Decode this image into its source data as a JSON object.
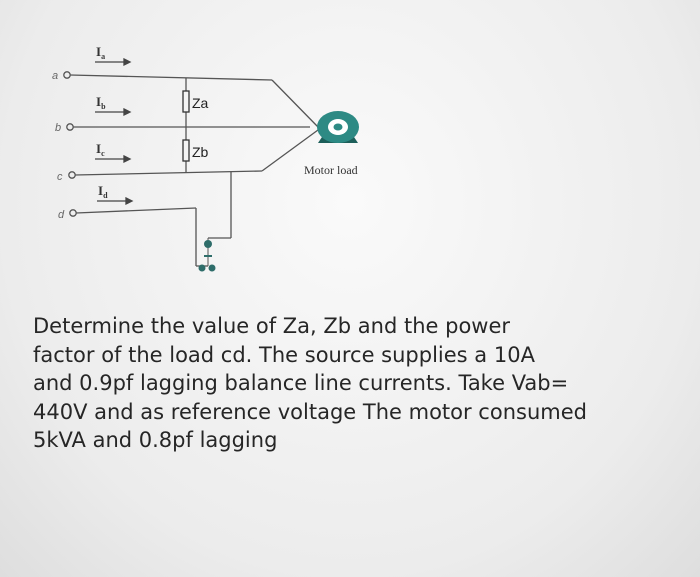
{
  "diagram": {
    "terminals": [
      "a",
      "b",
      "c",
      "d"
    ],
    "currents": [
      "I",
      "I",
      "I",
      "I"
    ],
    "current_subscripts": [
      "a",
      "b",
      "c",
      "d"
    ],
    "impedances": [
      "Za",
      "Zb"
    ],
    "motor_label": "Motor load"
  },
  "problem": {
    "lines": [
      "Determine the value of Za, Zb and the power",
      "factor of the load cd. The source supplies a 10A",
      "and 0.9pf lagging balance line currents. Take Vab=",
      "440V and as reference voltage  The motor consumed",
      "5kVA  and 0.8pf lagging"
    ]
  },
  "colors": {
    "wire": "#555555",
    "motor": "#2d8a84",
    "motor_dark": "#1d5f5a",
    "load_dots": "#2e6d6a",
    "text": "#262626"
  }
}
